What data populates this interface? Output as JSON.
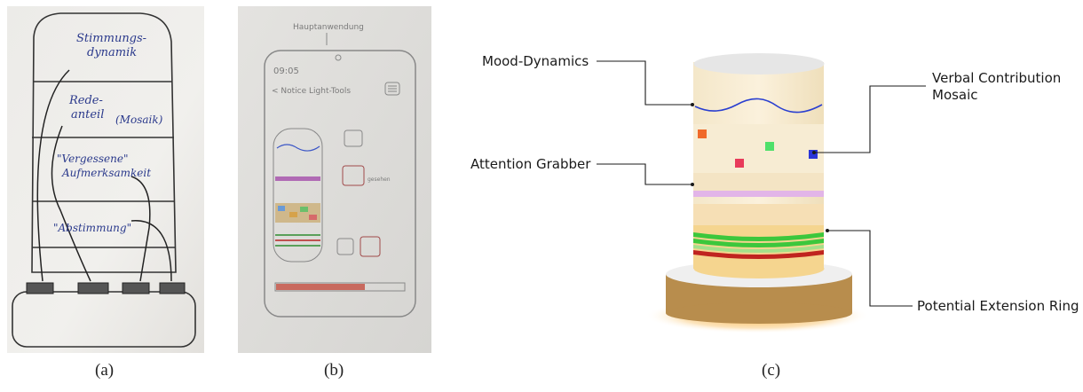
{
  "captions": {
    "a": "(a)",
    "b": "(b)",
    "c": "(c)"
  },
  "sketch_a": {
    "labels": {
      "mood_line1": "Stimmungs-",
      "mood_line2": "dynamik",
      "speech_line1": "Rede-",
      "speech_line2": "anteil",
      "speech_line3": "(Mosaik)",
      "attention_line1": "\"Vergessene\"",
      "attention_line2": "Aufmerksamkeit",
      "vote": "\"Abstimmung\""
    }
  },
  "sketch_b": {
    "top_note": "Hauptanwendung",
    "time": "09:05",
    "nav_title": "< Notice Light-Tools",
    "side_note": "gesehen"
  },
  "diagram_c": {
    "labels": {
      "mood": "Mood-Dynamics",
      "attention": "Attention Grabber",
      "verbal_line1": "Verbal Contribution",
      "verbal_line2": "Mosaic",
      "extension": "Potential Extension Ring"
    },
    "colors": {
      "mood_wave": "#2a3fd0",
      "attention_band": "#e2b5e8",
      "green_ring": "#3cc73c",
      "red_ring": "#c0241f",
      "base": "#b88d4d",
      "glow": "#f7a11a",
      "mosaic": [
        "#f06a2a",
        "#4fe06a",
        "#e83b5a",
        "#2a35d8"
      ]
    }
  }
}
